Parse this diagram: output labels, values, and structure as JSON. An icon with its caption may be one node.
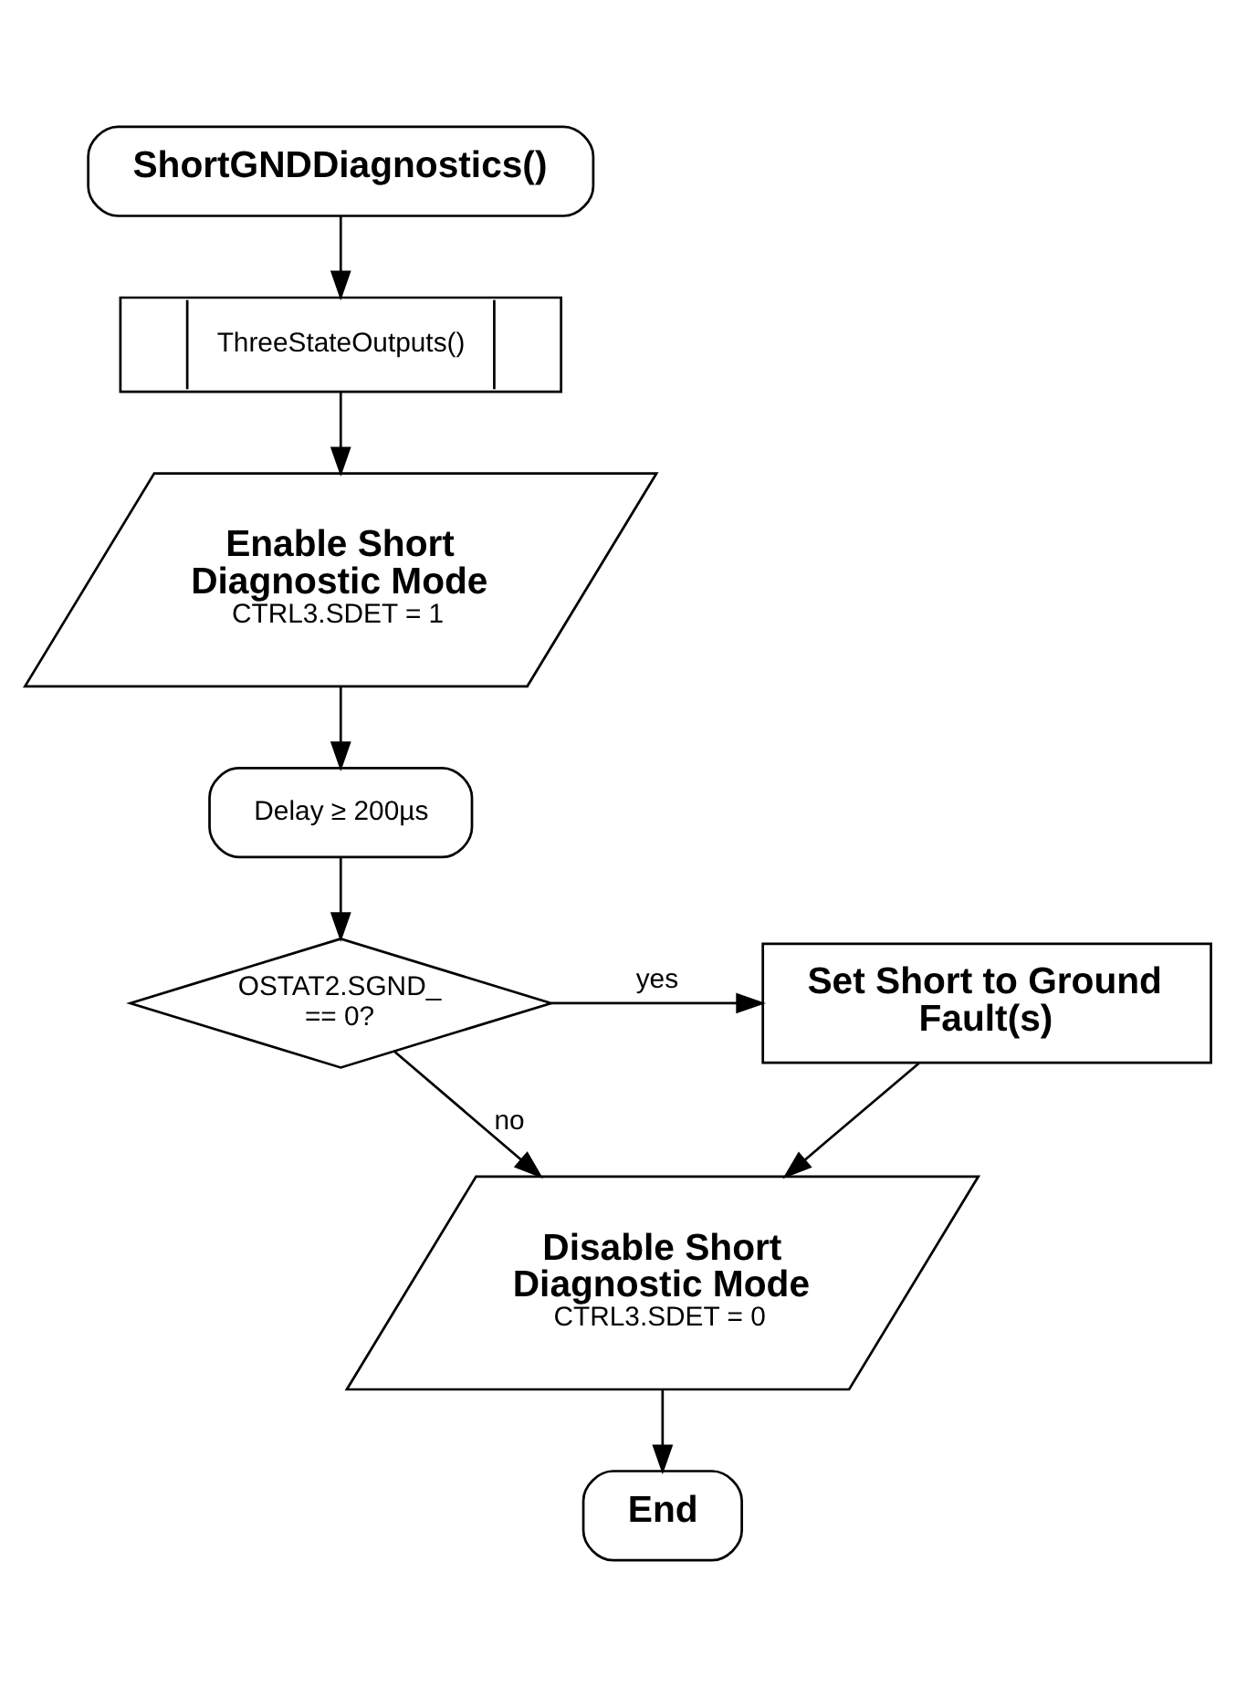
{
  "diagram": {
    "nodes": [
      {
        "text": [
          "ShortGNDDiagnostics()"
        ]
      },
      {
        "text": [
          "ThreeStateOutputs()"
        ]
      },
      {
        "text": [
          "Enable Short Diagnostic Mode",
          "CTRL3.SDET = 1"
        ]
      },
      {
        "text": [
          "Delay ≥ 200µs"
        ]
      },
      {
        "text": [
          "OSTAT2.SGND_ == 0?"
        ]
      },
      {
        "text": [
          "Set Short to Ground Fault(s)"
        ]
      },
      {
        "text": [
          "Disable Short Diagnostic Mode",
          "CTRL3.SDET = 0"
        ]
      },
      {
        "text": [
          "End"
        ]
      }
    ],
    "edges": [
      {
        "from": 0,
        "to": 1,
        "arrow": "to"
      },
      {
        "from": 1,
        "to": 2,
        "arrow": "to"
      },
      {
        "from": 2,
        "to": 3,
        "arrow": "to"
      },
      {
        "from": 3,
        "to": 4,
        "arrow": "to"
      },
      {
        "from": 4,
        "to": 5,
        "arrow": "to",
        "label": "yes"
      },
      {
        "from": 4,
        "to": 6,
        "arrow": "to",
        "label": "no"
      },
      {
        "from": 5,
        "to": 6,
        "arrow": "to"
      },
      {
        "from": 6,
        "to": 7,
        "arrow": "to"
      }
    ]
  }
}
